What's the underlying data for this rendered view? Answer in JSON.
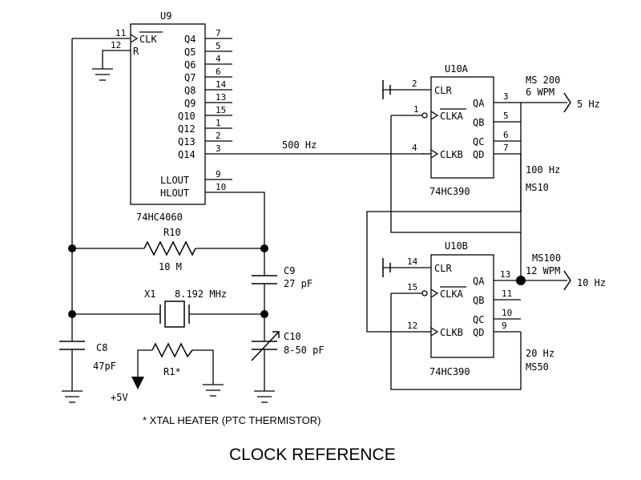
{
  "title": "CLOCK REFERENCE",
  "note": "* XTAL HEATER (PTC THERMISTOR)",
  "u9": {
    "ref": "U9",
    "part": "74HC4060",
    "clk_pin": "11",
    "clk_label": "CLK",
    "r_pin": "12",
    "r_label": "R",
    "outputs": [
      {
        "name": "Q4",
        "pin": "7"
      },
      {
        "name": "Q5",
        "pin": "5"
      },
      {
        "name": "Q6",
        "pin": "4"
      },
      {
        "name": "Q7",
        "pin": "6"
      },
      {
        "name": "Q8",
        "pin": "14"
      },
      {
        "name": "Q9",
        "pin": "13"
      },
      {
        "name": "Q10",
        "pin": "15"
      },
      {
        "name": "Q12",
        "pin": "1"
      },
      {
        "name": "Q13",
        "pin": "2"
      },
      {
        "name": "Q14",
        "pin": "3"
      }
    ],
    "llout_label": "LLOUT",
    "llout_pin": "9",
    "hlout_label": "HLOUT",
    "hlout_pin": "10"
  },
  "u10a": {
    "ref": "U10A",
    "part": "74HC390",
    "clr_label": "CLR",
    "clr_pin": "2",
    "clka_label": "CLKA",
    "clka_pin": "1",
    "clkb_label": "CLKB",
    "clkb_pin": "4",
    "qa_label": "QA",
    "qa_pin": "3",
    "qb_label": "QB",
    "qb_pin": "5",
    "qc_label": "QC",
    "qc_pin": "6",
    "qd_label": "QD",
    "qd_pin": "7"
  },
  "u10b": {
    "ref": "U10B",
    "part": "74HC390",
    "clr_label": "CLR",
    "clr_pin": "14",
    "clka_label": "CLKA",
    "clka_pin": "15",
    "clkb_label": "CLKB",
    "clkb_pin": "12",
    "qa_label": "QA",
    "qa_pin": "13",
    "qb_label": "QB",
    "qb_pin": "11",
    "qc_label": "QC",
    "qc_pin": "10",
    "qd_label": "QD",
    "qd_pin": "9"
  },
  "signals": {
    "hz500": "500 Hz",
    "ms200": "MS 200",
    "wpm6": "6 WPM",
    "hz5": "5 Hz",
    "hz100": "100 Hz",
    "ms10": "MS10",
    "ms100": "MS100",
    "wpm12": "12 WPM",
    "hz10": "10 Hz",
    "hz20": "20 Hz",
    "ms50": "MS50"
  },
  "components": {
    "r10_ref": "R10",
    "r10_value": "10 M",
    "c9_ref": "C9",
    "c9_value": "27 pF",
    "x1_ref": "X1",
    "x1_value": "8.192 MHz",
    "c10_ref": "C10",
    "c10_value": "8-50 pF",
    "c8_ref": "C8",
    "c8_value": "47pF",
    "r1_ref": "R1*",
    "vcc_label": "+5V"
  }
}
